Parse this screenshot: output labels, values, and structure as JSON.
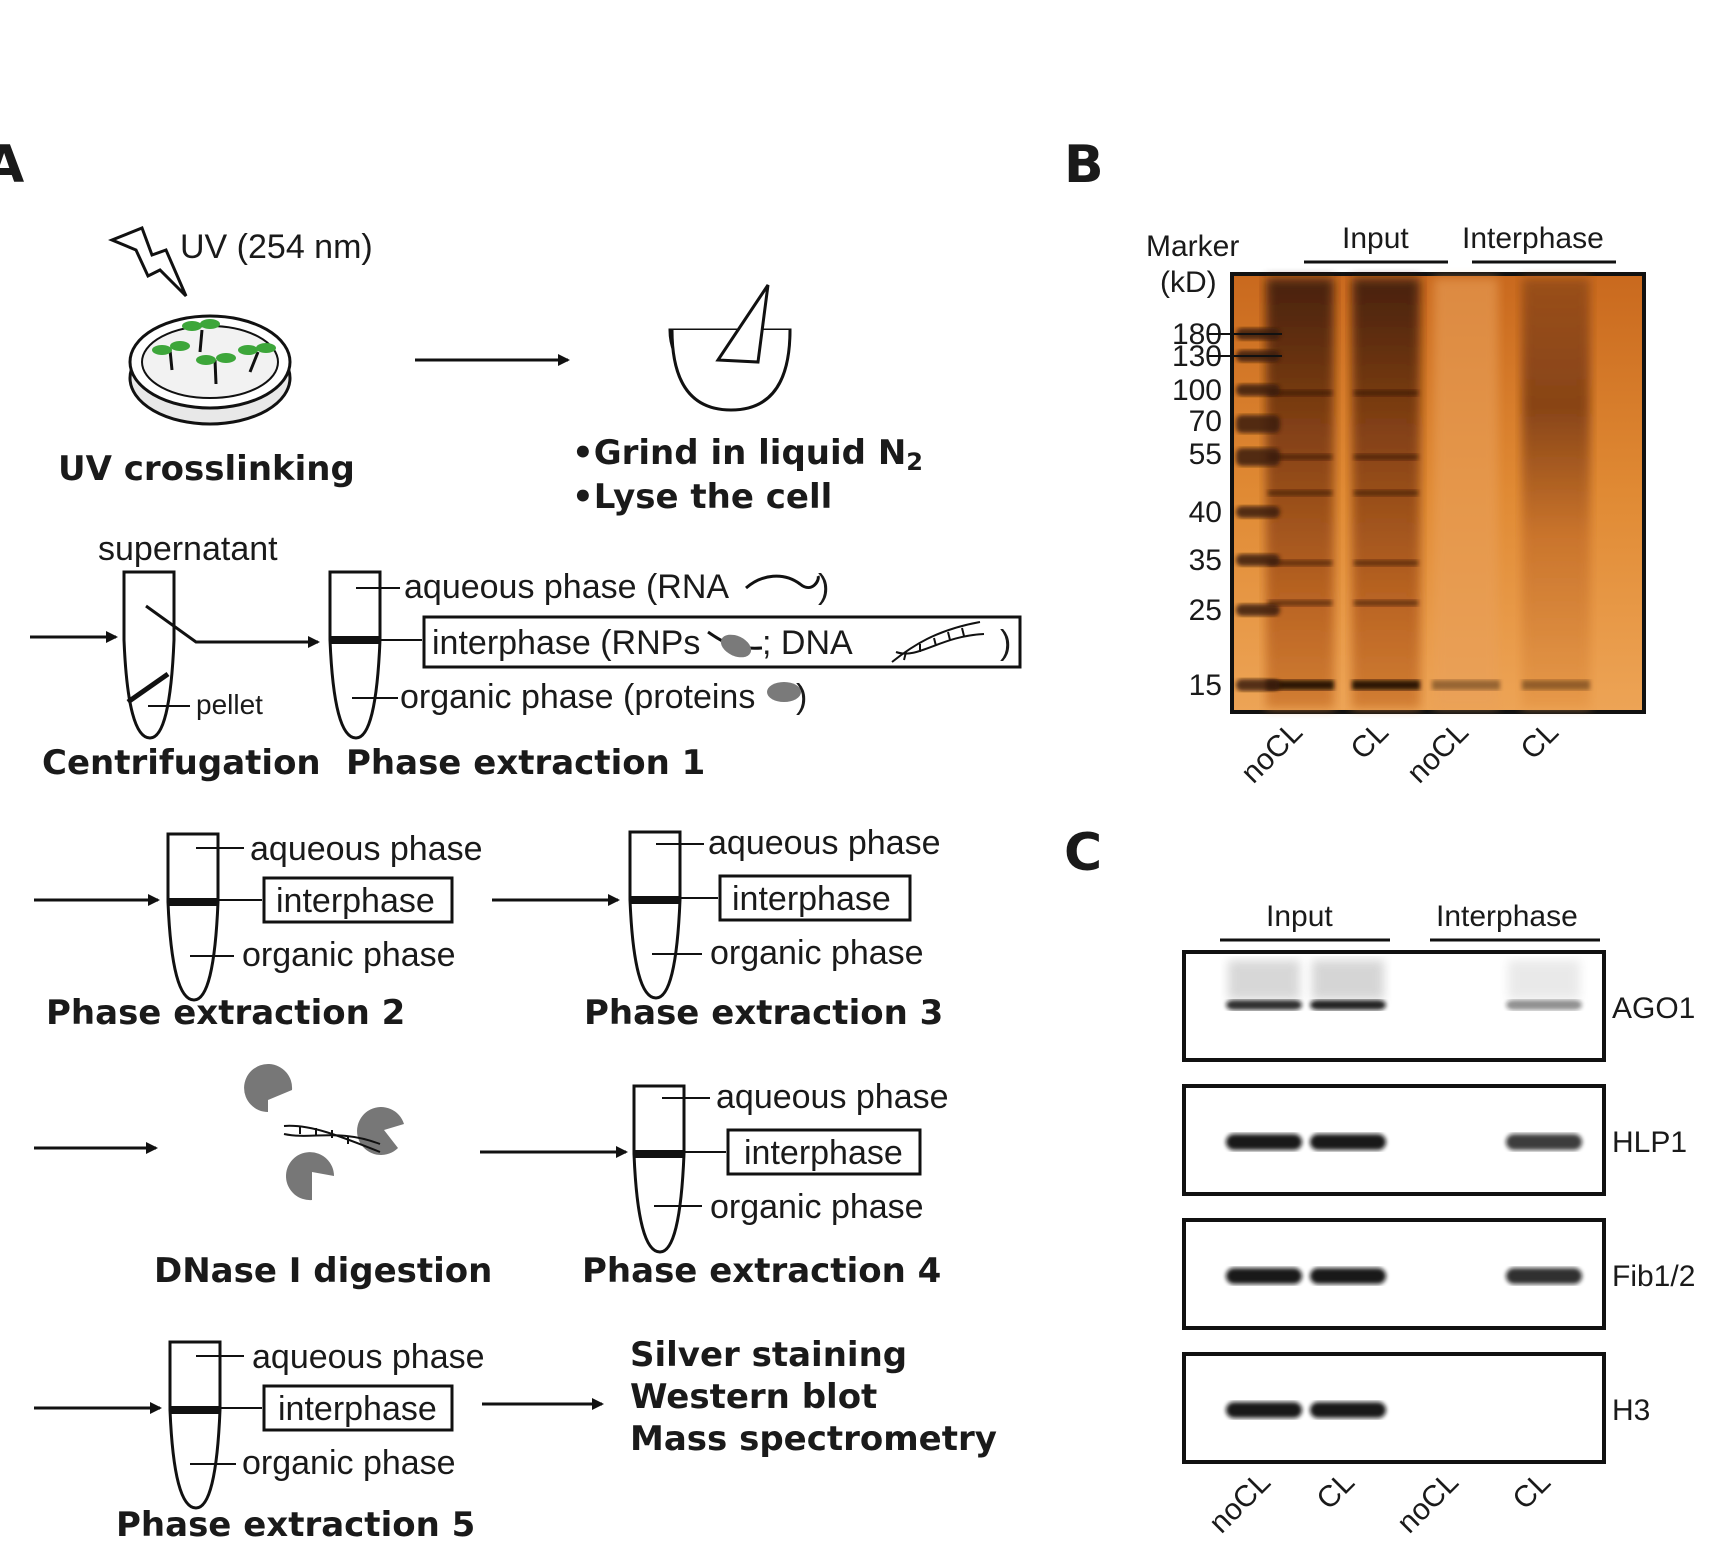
{
  "panels": {
    "a": "A",
    "b": "B",
    "c": "C"
  },
  "panel_a": {
    "uv_label": "UV (254 nm)",
    "uv_title": "UV crosslinking",
    "grind_1": "•Grind in liquid N",
    "grind_sub": "2",
    "grind_2": "•Lyse the cell",
    "supernatant": "supernatant",
    "pellet": "pellet",
    "centrifugation": "Centrifugation",
    "pe1_aqueous": "aqueous phase (RNA",
    "pe1_aqueous_close": ")",
    "pe1_interphase": "interphase (RNPs",
    "pe1_dna": "; DNA",
    "pe1_close": ")",
    "pe1_organic": "organic phase (proteins",
    "pe1_organic_close": ")",
    "pe1_title": "Phase extraction 1",
    "aqueous": "aqueous phase",
    "interphase": "interphase",
    "organic": "organic phase",
    "pe2_title": "Phase extraction 2",
    "pe3_title": "Phase extraction 3",
    "dnase_title": "DNase I digestion",
    "pe4_title": "Phase extraction 4",
    "pe5_title": "Phase extraction 5",
    "outputs": [
      "Silver staining",
      "Western blot",
      "Mass spectrometry"
    ]
  },
  "panel_b": {
    "marker_label_1": "Marker",
    "marker_label_2": "(kD)",
    "group_input": "Input",
    "group_interphase": "Interphase",
    "marker_sizes": [
      "180",
      "130",
      "100",
      "70",
      "55",
      "40",
      "35",
      "25",
      "15"
    ],
    "lanes": [
      "noCL",
      "CL",
      "noCL",
      "CL"
    ]
  },
  "panel_c": {
    "group_input": "Input",
    "group_interphase": "Interphase",
    "proteins": [
      "AGO1",
      "HLP1",
      "Fib1/2",
      "H3"
    ],
    "lanes": [
      "noCL",
      "CL",
      "noCL",
      "CL"
    ]
  }
}
